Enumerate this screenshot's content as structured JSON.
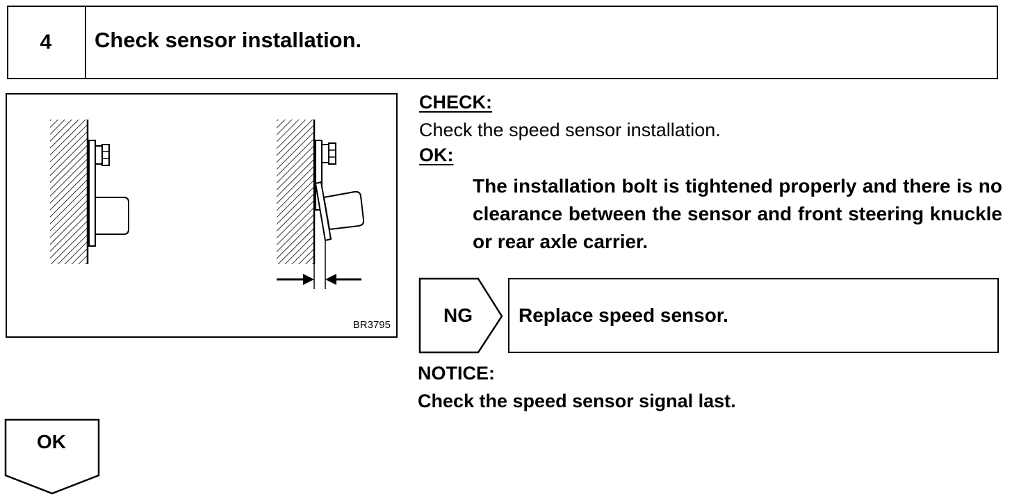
{
  "step": {
    "number": "4",
    "title": "Check sensor installation."
  },
  "figure": {
    "code": "BR3795"
  },
  "check": {
    "heading": "CHECK:",
    "text": "Check the speed sensor installation."
  },
  "ok": {
    "heading": "OK:",
    "text": "The installation bolt is tightened properly and there is no clearance between the sensor and front steering knuckle or rear axle carrier."
  },
  "ng": {
    "label": "NG",
    "action": "Replace speed sensor."
  },
  "notice": {
    "heading": "NOTICE:",
    "text": "Check the speed sensor signal last."
  },
  "ok_flow": {
    "label": "OK"
  }
}
